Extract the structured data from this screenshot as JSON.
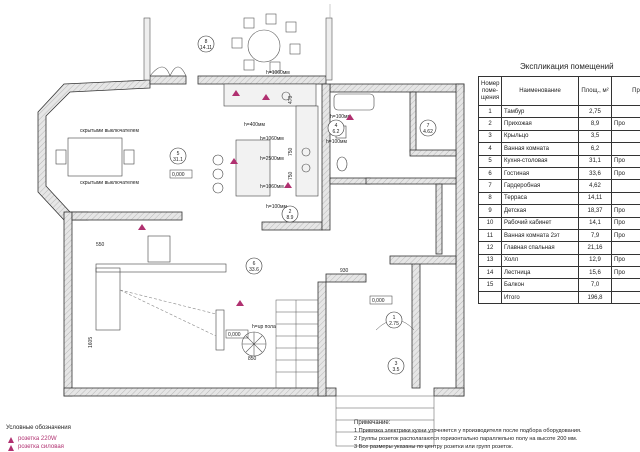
{
  "table": {
    "title": "Экспликация помещений",
    "headers": [
      "Номер поме-щения",
      "Наименование",
      "Площ., м²",
      "Пр"
    ],
    "rows": [
      {
        "num": "1",
        "name": "Тамбур",
        "area": "2,75",
        "extra": ""
      },
      {
        "num": "2",
        "name": "Прихожая",
        "area": "8,9",
        "extra": "Про"
      },
      {
        "num": "3",
        "name": "Крыльцо",
        "area": "3,5",
        "extra": ""
      },
      {
        "num": "4",
        "name": "Ванная комната",
        "area": "6,2",
        "extra": ""
      },
      {
        "num": "5",
        "name": "Кухня-столовая",
        "area": "31,1",
        "extra": "Про"
      },
      {
        "num": "6",
        "name": "Гостиная",
        "area": "33,6",
        "extra": "Про"
      },
      {
        "num": "7",
        "name": "Гардеробная",
        "area": "4,62",
        "extra": ""
      },
      {
        "num": "8",
        "name": "Терраса",
        "area": "14,11",
        "extra": ""
      },
      {
        "num": "9",
        "name": "Детская",
        "area": "18,37",
        "extra": "Про"
      },
      {
        "num": "10",
        "name": "Рабочий кабинет",
        "area": "14,1",
        "extra": "Про"
      },
      {
        "num": "11",
        "name": "Ванная комната 2эт",
        "area": "7,9",
        "extra": "Про"
      },
      {
        "num": "12",
        "name": "Главная спальная",
        "area": "21,16",
        "extra": ""
      },
      {
        "num": "13",
        "name": "Холл",
        "area": "12,9",
        "extra": "Про"
      },
      {
        "num": "14",
        "name": "Лестница",
        "area": "15,6",
        "extra": "Про"
      },
      {
        "num": "15",
        "name": "Балкон",
        "area": "7,0",
        "extra": ""
      }
    ],
    "total_label": "Итого",
    "total_area": "196,8"
  },
  "plan": {
    "room_tags": [
      {
        "num": "8",
        "area": "14.11"
      },
      {
        "num": "4",
        "area": "6.2"
      },
      {
        "num": "7",
        "area": "4.62"
      },
      {
        "num": "5",
        "area": "31.1"
      },
      {
        "num": "2",
        "area": "8.9"
      },
      {
        "num": "6",
        "area": "33.6"
      },
      {
        "num": "1",
        "area": "2.75"
      },
      {
        "num": "3",
        "area": "3.5"
      }
    ],
    "heights": [
      "h=1060мм",
      "h=400мм",
      "h=1060мм",
      "h=2500мм",
      "h=1060мм",
      "h=100мм",
      "h=100мм",
      "h=100мм"
    ],
    "dims": [
      "750",
      "750",
      "470",
      "550",
      "930",
      "850",
      "1605",
      "h=up пола"
    ],
    "levels": [
      "0,000",
      "0,000",
      "0,000"
    ],
    "hidden_note": "скрытыми выключателем"
  },
  "legend": {
    "title": "Условные обозначения",
    "items": [
      "розетка 220W",
      "розетка силовая"
    ]
  },
  "notes": {
    "title": "Примечание:",
    "items": [
      "1   Привязка электрики кухни уточняется у производителя после подбора оборудования.",
      "2   Группы розеток располагаются горизонтально параллельно полу на высоте 200 мм.",
      "3   Все размеры указаны по центру розетки или групп розеток."
    ]
  },
  "colors": {
    "wall": "#d9d9d9",
    "line": "#333333",
    "accent": "#b03070",
    "furniture": "#666666"
  }
}
